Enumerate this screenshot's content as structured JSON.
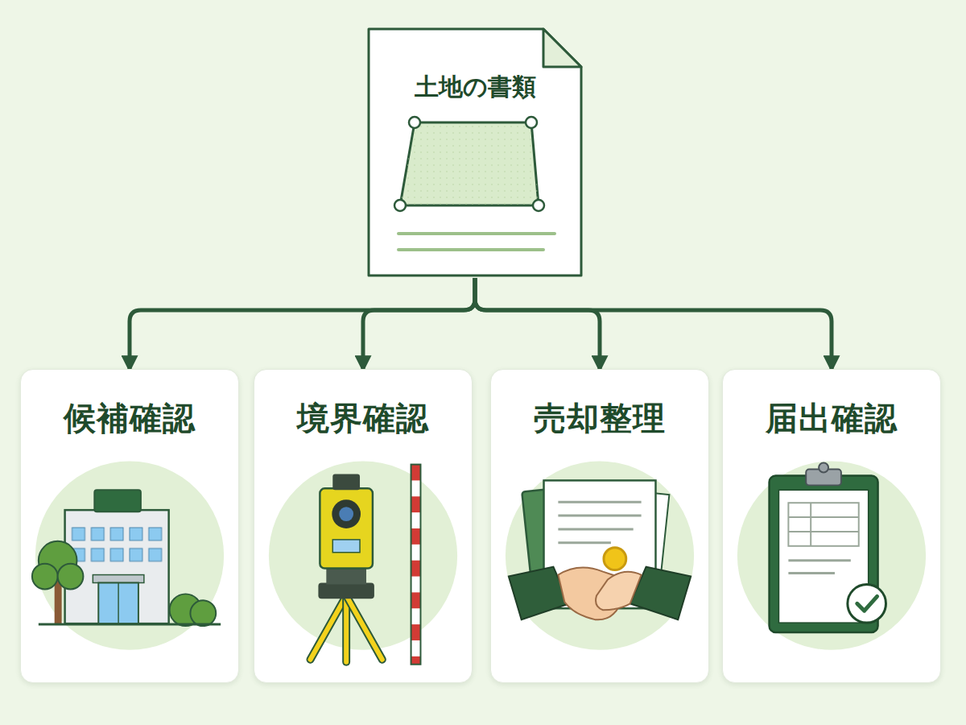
{
  "diagram": {
    "nodes": [
      {
        "text": [
          "土地の書類"
        ]
      },
      {
        "text": [
          "候補確認"
        ]
      },
      {
        "text": [
          "境界確認"
        ]
      },
      {
        "text": [
          "売却整理"
        ]
      },
      {
        "text": [
          "届出確認"
        ]
      }
    ],
    "edges": [
      {
        "from": 0,
        "to": 1,
        "arrow": "to"
      },
      {
        "from": 0,
        "to": 2,
        "arrow": "to"
      },
      {
        "from": 0,
        "to": 3,
        "arrow": "to"
      },
      {
        "from": 0,
        "to": 4,
        "arrow": "to"
      }
    ]
  }
}
